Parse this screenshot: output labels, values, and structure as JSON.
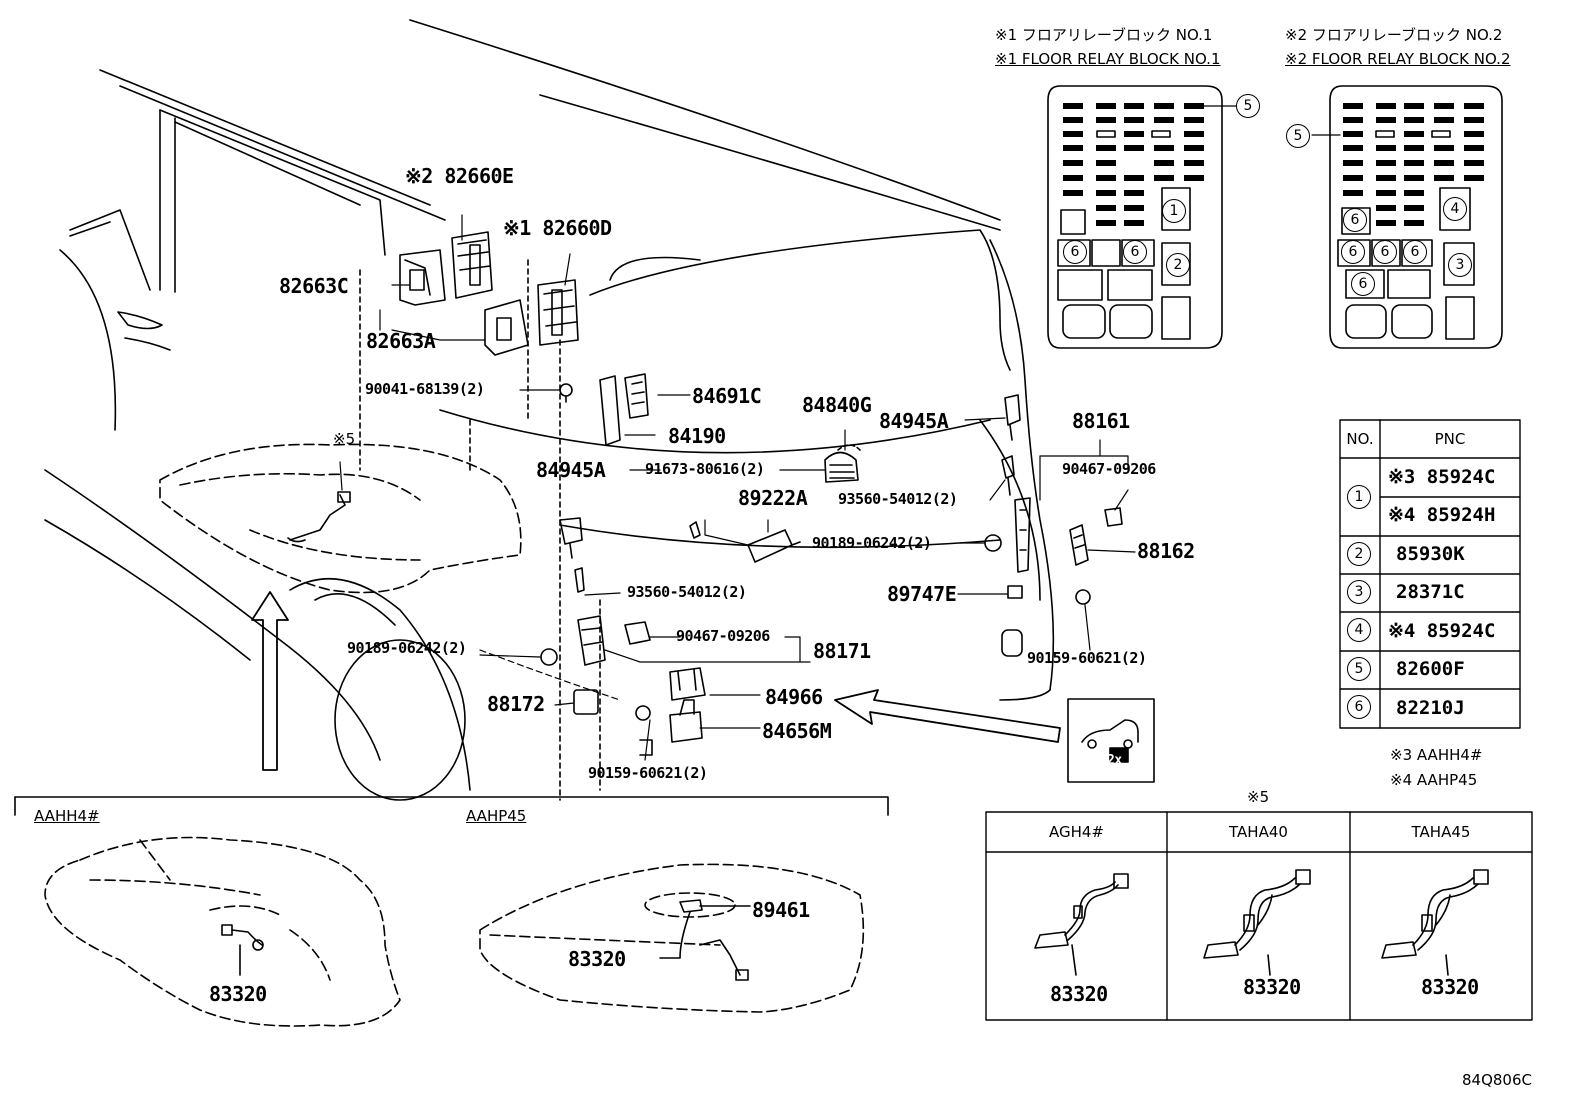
{
  "relay_block_1": {
    "title_jp": "※1 フロアリレーブロック NO.1",
    "title_en": "※1 FLOOR RELAY BLOCK NO.1"
  },
  "relay_block_2": {
    "title_jp": "※2 フロアリレーブロック NO.2",
    "title_en": "※2 FLOOR RELAY BLOCK NO.2"
  },
  "callouts": {
    "c1": "1",
    "c2": "2",
    "c3": "3",
    "c4": "4",
    "c5": "5",
    "c6": "6"
  },
  "parts": {
    "p82660E": "※2 82660E",
    "p82660D": "※1 82660D",
    "p82663C": "82663C",
    "p82663A": "82663A",
    "p90041": "90041-68139(2)",
    "p84691C": "84691C",
    "p84190": "84190",
    "p84840G": "84840G",
    "p84945A_top": "84945A",
    "p84945A_left": "84945A",
    "p88161": "88161",
    "p91673": "91673-80616(2)",
    "p89222A": "89222A",
    "p93560_a": "93560-54012(2)",
    "p90467_a": "90467-09206",
    "p90189_a": "90189-06242(2)",
    "p88162": "88162",
    "p93560_b": "93560-54012(2)",
    "p89747E": "89747E",
    "p90467_b": "90467-09206",
    "p88171": "88171",
    "p90189_b": "90189-06242(2)",
    "p90159_a": "90159-60621(2)",
    "p84966": "84966",
    "p88172": "88172",
    "p84656M": "84656M",
    "p90159_b": "90159-60621(2)",
    "note5": "※5",
    "p83320_a": "83320",
    "p83320_b": "83320",
    "p89461": "89461"
  },
  "variants": {
    "aahh4": "AAHH4#",
    "aahp45": "AAHP45",
    "x2_badge": "2x"
  },
  "pnc_table": {
    "header_no": "NO.",
    "header_pnc": "PNC",
    "rows": [
      {
        "no": "1",
        "pnc_a": "※3 85924C",
        "pnc_b": "※4 85924H"
      },
      {
        "no": "2",
        "pnc": "85930K"
      },
      {
        "no": "3",
        "pnc": "28371C"
      },
      {
        "no": "4",
        "pnc": "※4 85924C"
      },
      {
        "no": "5",
        "pnc": "82600F"
      },
      {
        "no": "6",
        "pnc": "82210J"
      }
    ],
    "note3": "※3 AAHH4#",
    "note4": "※4 AAHP45"
  },
  "sender_table": {
    "title": "※5",
    "cols": [
      "AGH4#",
      "TAHA40",
      "TAHA45"
    ],
    "parts": [
      "83320",
      "83320",
      "83320"
    ]
  },
  "figure_id": "84Q806C"
}
